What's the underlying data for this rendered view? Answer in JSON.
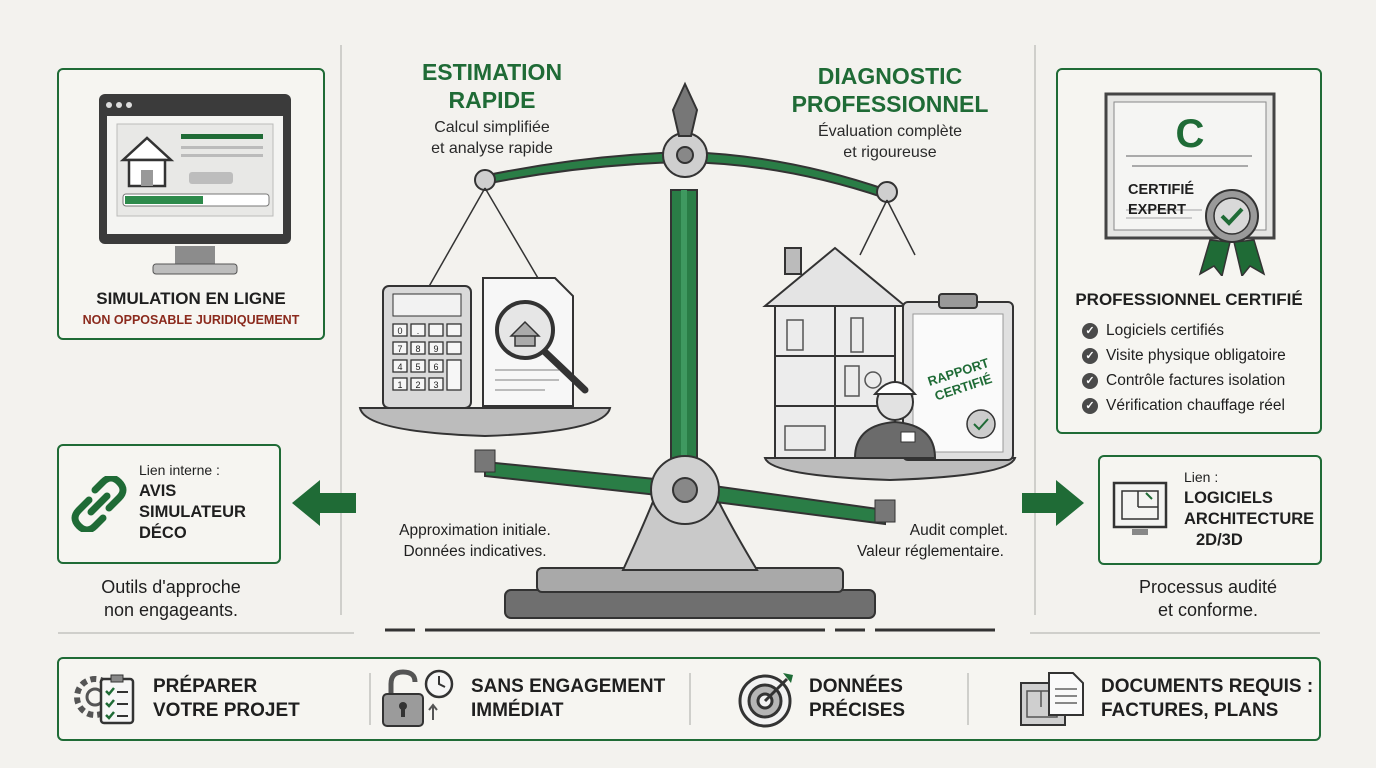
{
  "left_card": {
    "title": "SIMULATION EN LIGNE",
    "subtitle": "NON OPPOSABLE JURIDIQUEMENT"
  },
  "estimation": {
    "title_line1": "ESTIMATION",
    "title_line2": "RAPIDE",
    "desc_line1": "Calcul simplifiée",
    "desc_line2": "et analyse rapide",
    "note_line1": "Approximation initiale.",
    "note_line2": "Données indicatives."
  },
  "diagnostic": {
    "title_line1": "DIAGNOSTIC",
    "title_line2": "PROFESSIONNEL",
    "desc_line1": "Évaluation complète",
    "desc_line2": "et rigoureuse",
    "note_line1": "Audit complet.",
    "note_line2": "Valeur réglementaire."
  },
  "right_card": {
    "cert_letter": "C",
    "cert_line1": "CERTIFIÉ",
    "cert_line2": "EXPERT",
    "title": "PROFESSIONNEL CERTIFIÉ",
    "items": [
      "Logiciels certifiés",
      "Visite physique obligatoire",
      "Contrôle factures isolation",
      "Vérification chauffage réel"
    ]
  },
  "report_stamp": {
    "line1": "RAPPORT",
    "line2": "CERTIFIÉ"
  },
  "left_link": {
    "label": "Lien interne :",
    "line1": "AVIS",
    "line2": "SIMULATEUR",
    "line3": "DÉCO"
  },
  "right_link": {
    "label": "Lien :",
    "line1": "LOGICIELS",
    "line2": "ARCHITECTURE",
    "line3": "2D/3D"
  },
  "left_caption": {
    "line1": "Outils d'approche",
    "line2": "non engageants."
  },
  "right_caption": {
    "line1": "Processus audité",
    "line2": "et conforme."
  },
  "calculator_keys": [
    "7",
    "8",
    "9",
    "4",
    "5",
    "6",
    "1",
    "2",
    "3",
    "0",
    "."
  ],
  "bottom_bar": [
    {
      "line1": "PRÉPARER",
      "line2": "VOTRE PROJET"
    },
    {
      "line1": "SANS ENGAGEMENT",
      "line2": "IMMÉDIAT"
    },
    {
      "line1": "DONNÉES",
      "line2": "PRÉCISES"
    },
    {
      "line1": "DOCUMENTS REQUIS :",
      "line2": "FACTURES, PLANS"
    }
  ],
  "colors": {
    "brand_green": "#1f6b36",
    "warning_red": "#8b2a1d",
    "background": "#f3f2ee"
  }
}
